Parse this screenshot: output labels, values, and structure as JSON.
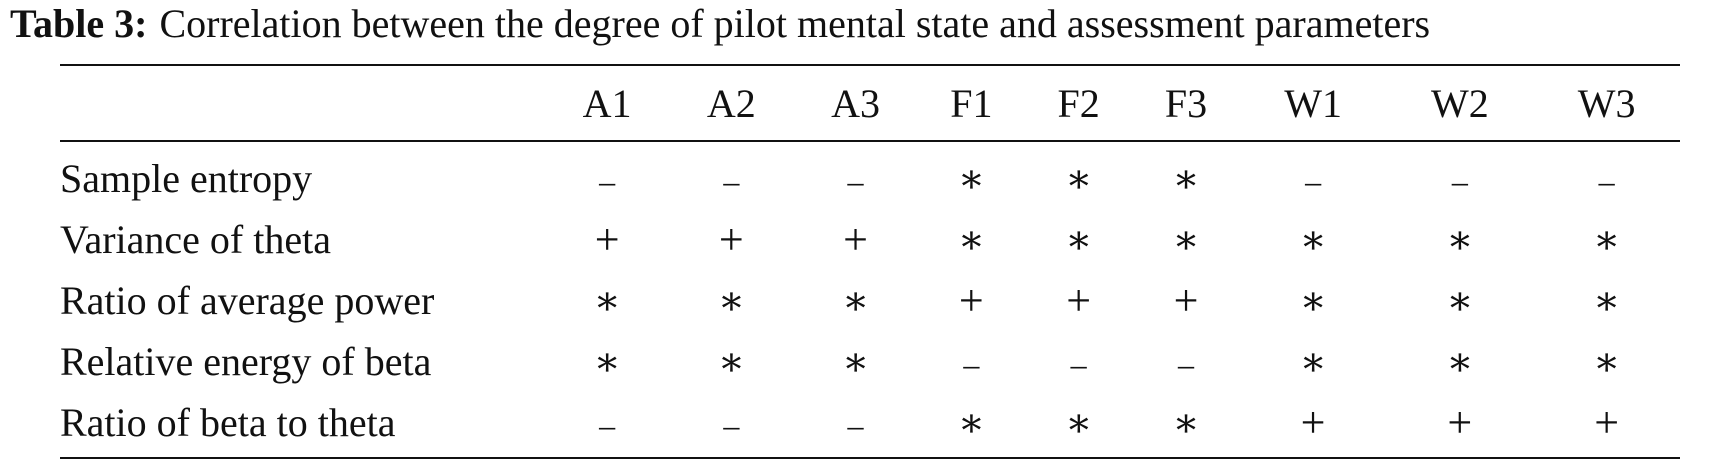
{
  "caption": {
    "label": "Table 3:",
    "text": "Correlation between the degree of pilot mental state and assessment parameters"
  },
  "table": {
    "columns": [
      "A1",
      "A2",
      "A3",
      "F1",
      "F2",
      "F3",
      "W1",
      "W2",
      "W3"
    ],
    "rows": [
      {
        "label": "Sample entropy",
        "cells": [
          "–",
          "–",
          "–",
          "∗",
          "∗",
          "∗",
          "–",
          "–",
          "–"
        ]
      },
      {
        "label": "Variance of theta",
        "cells": [
          "+",
          "+",
          "+",
          "∗",
          "∗",
          "∗",
          "∗",
          "∗",
          "∗"
        ]
      },
      {
        "label": "Ratio of average power",
        "cells": [
          "∗",
          "∗",
          "∗",
          "+",
          "+",
          "+",
          "∗",
          "∗",
          "∗"
        ]
      },
      {
        "label": "Relative energy of beta",
        "cells": [
          "∗",
          "∗",
          "∗",
          "–",
          "–",
          "–",
          "∗",
          "∗",
          "∗"
        ]
      },
      {
        "label": "Ratio of beta to theta",
        "cells": [
          "–",
          "–",
          "–",
          "∗",
          "∗",
          "∗",
          "+",
          "+",
          "+"
        ]
      }
    ]
  }
}
